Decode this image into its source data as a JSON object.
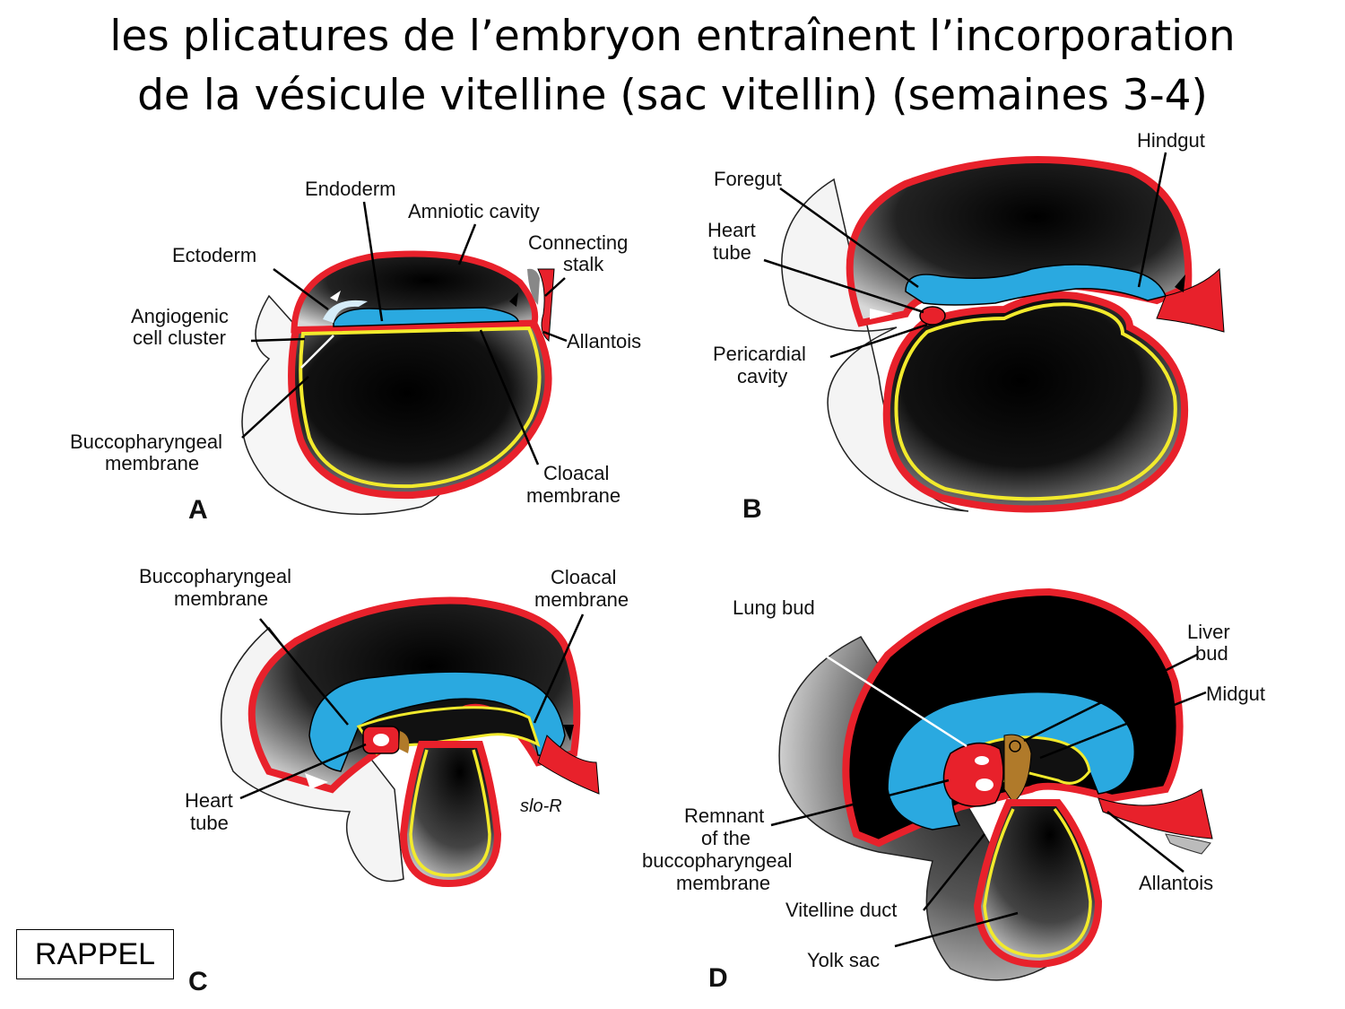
{
  "title": {
    "line1": "les plicatures de l’embryon entraînent l’incorporation",
    "line2": "de la vésicule vitelline (sac vitellin) (semaines 3-4)"
  },
  "rappel": "RAPPEL",
  "colors": {
    "ectoderm": "#e8212b",
    "endoderm": "#f2ea2c",
    "amniotic_cavity": "#2aa9e0",
    "shading": "#000000",
    "liver_bud": "#b07a2a"
  },
  "panels": {
    "a": {
      "letter": "A",
      "labels": {
        "endoderm": "Endoderm",
        "amniotic_cavity": "Amniotic cavity",
        "ectoderm": "Ectoderm",
        "connecting_stalk_1": "Connecting",
        "connecting_stalk_2": "stalk",
        "angiogenic_1": "Angiogenic",
        "angiogenic_2": "cell cluster",
        "allantois": "Allantois",
        "bucco_1": "Buccopharyngeal",
        "bucco_2": "membrane",
        "cloacal_1": "Cloacal",
        "cloacal_2": "membrane"
      }
    },
    "b": {
      "letter": "B",
      "labels": {
        "hindgut": "Hindgut",
        "foregut": "Foregut",
        "heart_1": "Heart",
        "heart_2": "tube",
        "pericardial_1": "Pericardial",
        "pericardial_2": "cavity"
      }
    },
    "c": {
      "letter": "C",
      "signature": "slo-R",
      "labels": {
        "bucco_1": "Buccopharyngeal",
        "bucco_2": "membrane",
        "cloacal_1": "Cloacal",
        "cloacal_2": "membrane",
        "heart_1": "Heart",
        "heart_2": "tube"
      }
    },
    "d": {
      "letter": "D",
      "labels": {
        "lung_bud": "Lung bud",
        "liver_1": "Liver",
        "liver_2": "bud",
        "midgut": "Midgut",
        "remnant_1": "Remnant",
        "remnant_2": "of the",
        "remnant_3": "buccopharyngeal",
        "remnant_4": "membrane",
        "vitelline_duct": "Vitelline duct",
        "allantois": "Allantois",
        "yolk_sac": "Yolk sac"
      }
    }
  }
}
